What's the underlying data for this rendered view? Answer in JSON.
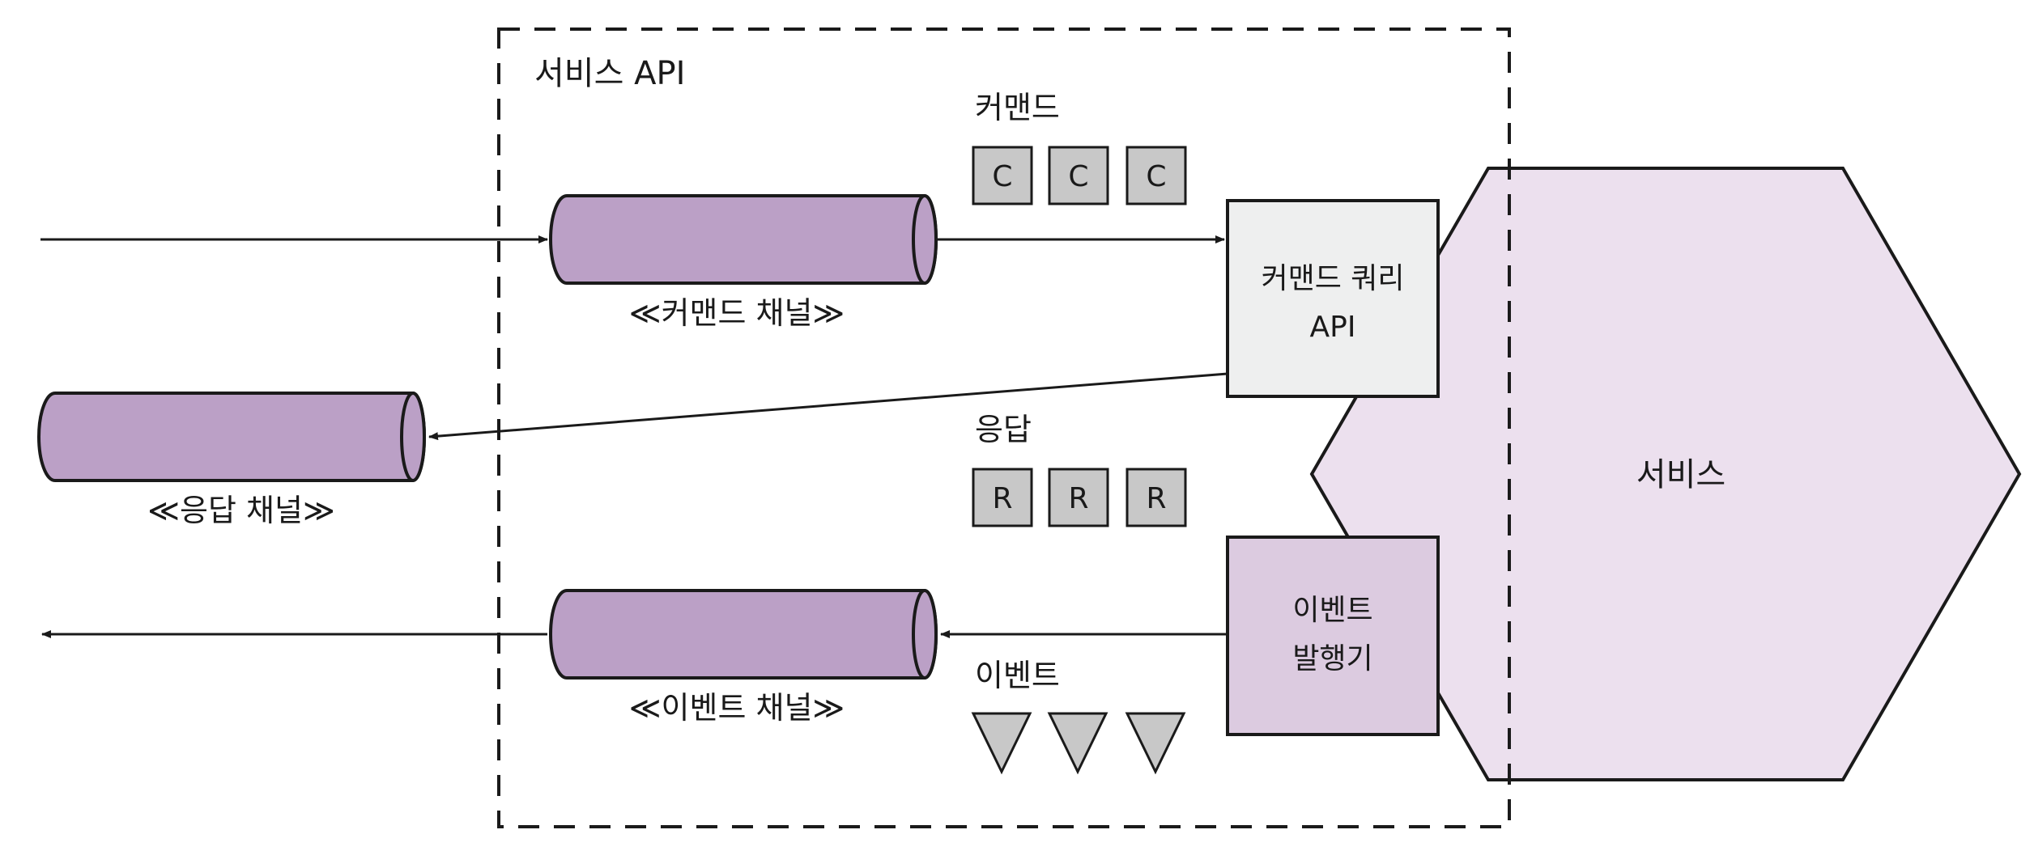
{
  "service_api": {
    "title": "서비스 API"
  },
  "channels": {
    "command": {
      "label": "≪커맨드 채널≫"
    },
    "reply": {
      "label": "≪응답 채널≫"
    },
    "event": {
      "label": "≪이벤트 채널≫"
    }
  },
  "messages": {
    "commands": {
      "label": "커맨드",
      "marks": [
        "C",
        "C",
        "C"
      ]
    },
    "replies": {
      "label": "응답",
      "marks": [
        "R",
        "R",
        "R"
      ]
    },
    "events": {
      "label": "이벤트"
    }
  },
  "command_query_api": {
    "line1": "커맨드 쿼리",
    "line2": "API"
  },
  "event_publisher": {
    "line1": "이벤트",
    "line2": "발행기"
  },
  "service": {
    "label": "서비스"
  },
  "colors": {
    "channel_fill": "#bba0c6",
    "service_fill": "#ece0ee",
    "publisher_fill": "#dccbe0",
    "api_fill": "#eeefef",
    "message_fill": "#c8c8c8",
    "stroke": "#1a1a1a"
  }
}
